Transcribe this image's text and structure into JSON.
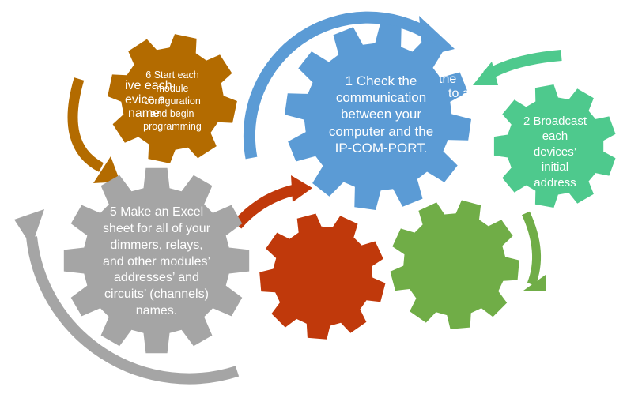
{
  "diagram": {
    "steps": [
      {
        "id": "step-1",
        "lines": [
          "1 Check the",
          "communication",
          "between your",
          "computer and the",
          "IP-COM-PORT."
        ]
      },
      {
        "id": "step-2",
        "lines": [
          "2 Broadcast",
          "each",
          "devices’",
          "initial",
          "address"
        ]
      },
      {
        "id": "step-5",
        "lines": [
          "5 Make an Excel",
          "sheet for all of your",
          "dimmers, relays,",
          "and other modules’",
          "addresses’ and",
          "circuits’ (channels)",
          "names."
        ]
      },
      {
        "id": "step-6",
        "lines": [
          "6 Start each",
          "module",
          "configuration",
          "and begin",
          "programming"
        ]
      }
    ],
    "overflow_text_left": [
      "ive each",
      "evice a",
      "name"
    ],
    "overflow_text_right": [
      "the",
      "to a n"
    ],
    "colors": {
      "blue": "#5b9bd5",
      "teal": "#4ec98d",
      "gray": "#a5a5a5",
      "brown": "#b36b00",
      "red": "#c0390b",
      "green": "#70ad47"
    }
  }
}
